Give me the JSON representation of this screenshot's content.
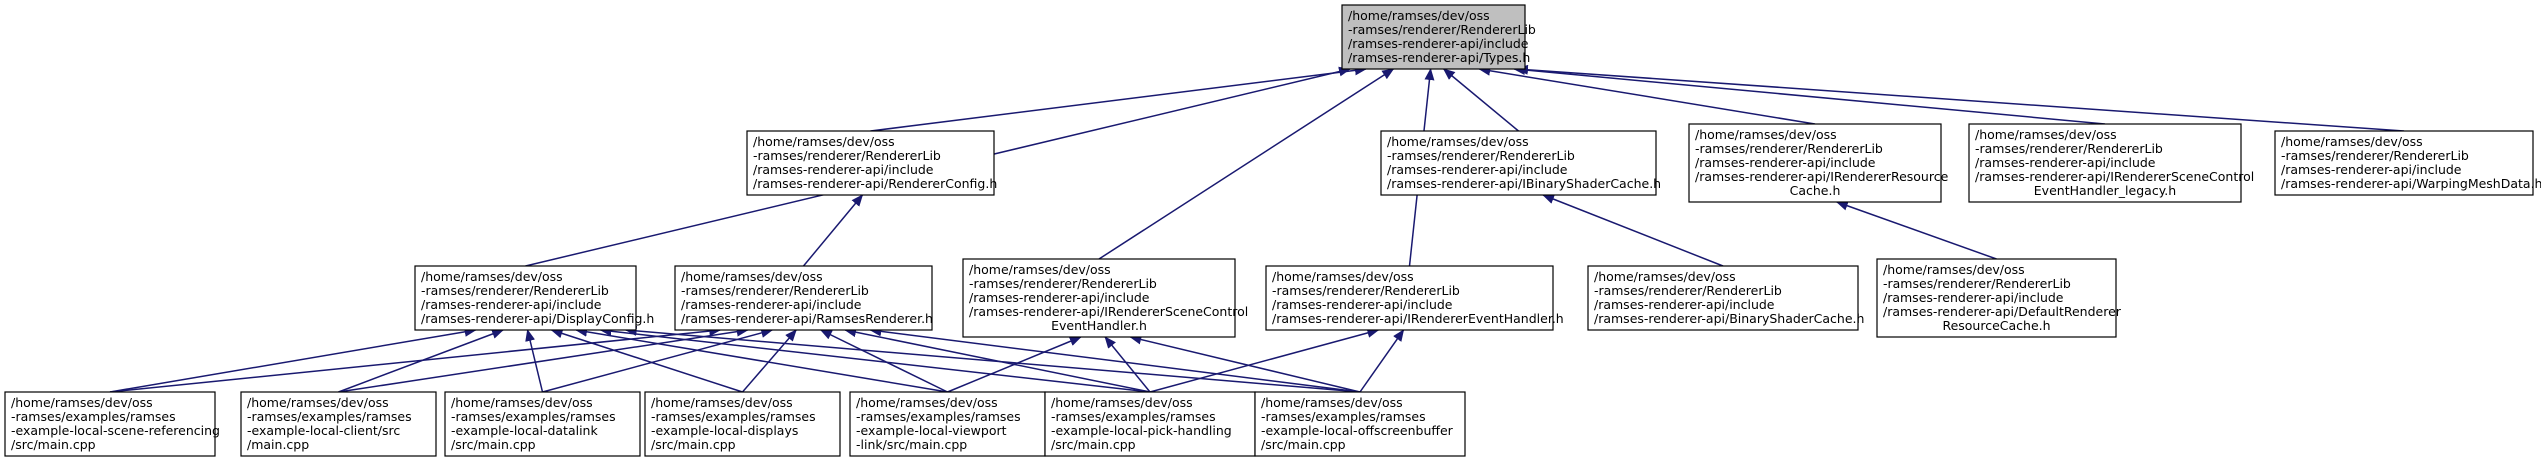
{
  "graph": {
    "edge_color": "#191970",
    "root_fill": "#bfbfbf",
    "nodes": [
      {
        "id": "types",
        "root": true,
        "lines": [
          "/home/ramses/dev/oss",
          "-ramses/renderer/RendererLib",
          "/ramses-renderer-api/include",
          "/ramses-renderer-api/Types.h"
        ]
      },
      {
        "id": "rendererconfig",
        "lines": [
          "/home/ramses/dev/oss",
          "-ramses/renderer/RendererLib",
          "/ramses-renderer-api/include",
          "/ramses-renderer-api/RendererConfig.h"
        ]
      },
      {
        "id": "ibinaryshadercache",
        "lines": [
          "/home/ramses/dev/oss",
          "-ramses/renderer/RendererLib",
          "/ramses-renderer-api/include",
          "/ramses-renderer-api/IBinaryShaderCache.h"
        ]
      },
      {
        "id": "irendererresourcecache",
        "lines": [
          "/home/ramses/dev/oss",
          "-ramses/renderer/RendererLib",
          "/ramses-renderer-api/include",
          "/ramses-renderer-api/IRendererResource",
          "Cache.h"
        ]
      },
      {
        "id": "irenderersceneeventhandler_legacy",
        "lines": [
          "/home/ramses/dev/oss",
          "-ramses/renderer/RendererLib",
          "/ramses-renderer-api/include",
          "/ramses-renderer-api/IRendererSceneControl",
          "EventHandler_legacy.h"
        ]
      },
      {
        "id": "warpingmeshdata",
        "lines": [
          "/home/ramses/dev/oss",
          "-ramses/renderer/RendererLib",
          "/ramses-renderer-api/include",
          "/ramses-renderer-api/WarpingMeshData.h"
        ]
      },
      {
        "id": "displayconfig",
        "lines": [
          "/home/ramses/dev/oss",
          "-ramses/renderer/RendererLib",
          "/ramses-renderer-api/include",
          "/ramses-renderer-api/DisplayConfig.h"
        ]
      },
      {
        "id": "ramsesrenderer",
        "lines": [
          "/home/ramses/dev/oss",
          "-ramses/renderer/RendererLib",
          "/ramses-renderer-api/include",
          "/ramses-renderer-api/RamsesRenderer.h"
        ]
      },
      {
        "id": "irendererscenecontroleventhandler",
        "lines": [
          "/home/ramses/dev/oss",
          "-ramses/renderer/RendererLib",
          "/ramses-renderer-api/include",
          "/ramses-renderer-api/IRendererSceneControl",
          "EventHandler.h"
        ]
      },
      {
        "id": "irenderereventhandler",
        "lines": [
          "/home/ramses/dev/oss",
          "-ramses/renderer/RendererLib",
          "/ramses-renderer-api/include",
          "/ramses-renderer-api/IRendererEventHandler.h"
        ]
      },
      {
        "id": "binaryshadercache",
        "lines": [
          "/home/ramses/dev/oss",
          "-ramses/renderer/RendererLib",
          "/ramses-renderer-api/include",
          "/ramses-renderer-api/BinaryShaderCache.h"
        ]
      },
      {
        "id": "defaultrendererresourcecache",
        "lines": [
          "/home/ramses/dev/oss",
          "-ramses/renderer/RendererLib",
          "/ramses-renderer-api/include",
          "/ramses-renderer-api/DefaultRenderer",
          "ResourceCache.h"
        ]
      },
      {
        "id": "ex_scene_referencing",
        "lines": [
          "/home/ramses/dev/oss",
          "-ramses/examples/ramses",
          "-example-local-scene-referencing",
          "/src/main.cpp"
        ]
      },
      {
        "id": "ex_client",
        "lines": [
          "/home/ramses/dev/oss",
          "-ramses/examples/ramses",
          "-example-local-client/src",
          "/main.cpp"
        ]
      },
      {
        "id": "ex_datalink",
        "lines": [
          "/home/ramses/dev/oss",
          "-ramses/examples/ramses",
          "-example-local-datalink",
          "/src/main.cpp"
        ]
      },
      {
        "id": "ex_displays",
        "lines": [
          "/home/ramses/dev/oss",
          "-ramses/examples/ramses",
          "-example-local-displays",
          "/src/main.cpp"
        ]
      },
      {
        "id": "ex_viewport_link",
        "lines": [
          "/home/ramses/dev/oss",
          "-ramses/examples/ramses",
          "-example-local-viewport",
          "-link/src/main.cpp"
        ]
      },
      {
        "id": "ex_pick_handling",
        "lines": [
          "/home/ramses/dev/oss",
          "-ramses/examples/ramses",
          "-example-local-pick-handling",
          "/src/main.cpp"
        ]
      },
      {
        "id": "ex_offscreenbuffer",
        "lines": [
          "/home/ramses/dev/oss",
          "-ramses/examples/ramses",
          "-example-local-offscreenbuffer",
          "/src/main.cpp"
        ]
      }
    ]
  }
}
